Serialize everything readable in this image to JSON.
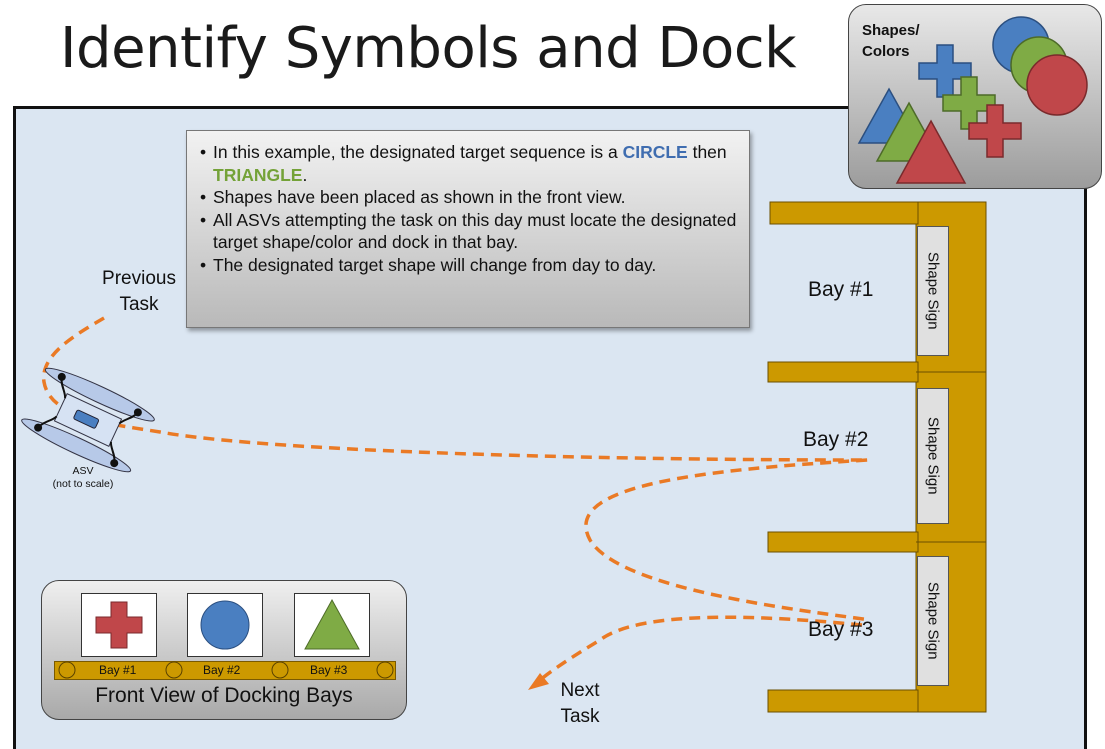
{
  "title": "Identify Symbols and Dock",
  "info": {
    "bullet1_pre": "In this example, the designated target sequence is a ",
    "circle_word": "CIRCLE",
    "bullet1_mid": " then ",
    "triangle_word": "TRIANGLE",
    "bullet1_post": ".",
    "bullet2": "Shapes have been placed as shown in the front view.",
    "bullet3": "All ASVs attempting the task on this day must locate the designated target shape/color and dock in that bay.",
    "bullet4": "The designated target shape will change from day to day."
  },
  "labels": {
    "previous_task": "Previous Task",
    "next_task": "Next Task",
    "asv": "ASV",
    "asv_note": "(not to scale)"
  },
  "bays": [
    {
      "label": "Bay #1",
      "sign": "Shape Sign"
    },
    {
      "label": "Bay #2",
      "sign": "Shape Sign"
    },
    {
      "label": "Bay #3",
      "sign": "Shape Sign"
    }
  ],
  "front_view": {
    "caption": "Front View of Docking Bays",
    "bay_labels": [
      "Bay #1",
      "Bay #2",
      "Bay #3"
    ],
    "symbols": [
      {
        "shape": "cross",
        "color": "#c0474a"
      },
      {
        "shape": "circle",
        "color": "#4a7fc1"
      },
      {
        "shape": "triangle",
        "color": "#7fab45"
      }
    ]
  },
  "legend": {
    "title_line1": "Shapes/",
    "title_line2": "Colors",
    "colors": {
      "blue": "#4a7fc1",
      "green": "#7fab45",
      "red": "#c0474a"
    }
  },
  "colors": {
    "dock": "#cc9900",
    "path": "#ea7a25",
    "water": "#dbe6f2"
  }
}
